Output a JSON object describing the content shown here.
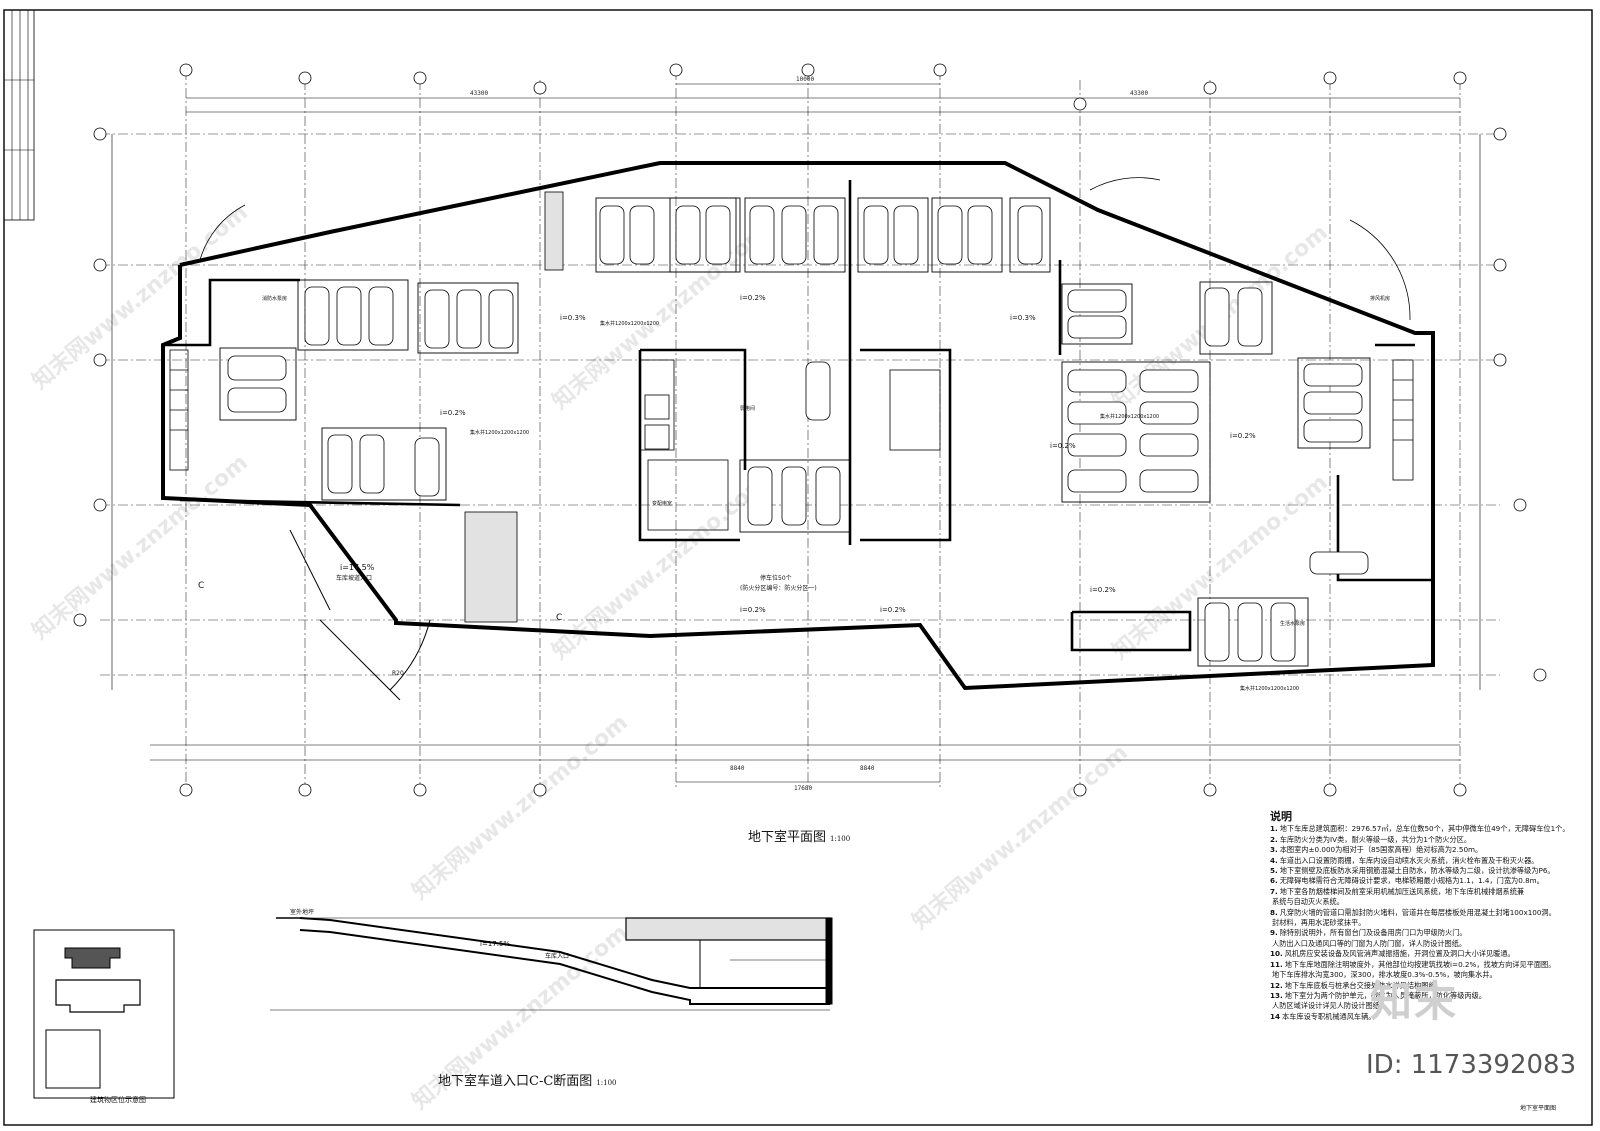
{
  "drawing": {
    "plan_title": "地下室平面图",
    "plan_scale": "1:100",
    "section_title": "地下室车道入口C-C断面图",
    "section_scale": "1:100",
    "keyplan_caption": "建筑物区位示意图",
    "sheet_name": "地下室平面图",
    "brand_watermark": "知末",
    "file_id": "ID: 1173392083",
    "watermark_text": "知末网www.znzmo.com"
  },
  "notes": {
    "heading": "说明",
    "items": [
      {
        "n": "1.",
        "t": "地下车库总建筑面积：2976.57㎡，总车位数50个，其中停微车位49个，无障碍车位1个。"
      },
      {
        "n": "2.",
        "t": "车库防火分类为IV类，耐火等级一级，共分为1个防火分区。"
      },
      {
        "n": "3.",
        "t": "本图室内±0.000为相对于（85国家高程）绝对标高为2.50m。"
      },
      {
        "n": "4.",
        "t": "车道出入口设置防雨棚，车库内设自动喷水灭火系统，消火栓布置及干粉灭火器。"
      },
      {
        "n": "5.",
        "t": "地下室侧壁及底板防水采用钢筋混凝土自防水，防水等级为二级，设计抗渗等级为P6。"
      },
      {
        "n": "6.",
        "t": "无障碍电梯需符合无障碍设计要求，电梯轿厢最小规格为1.1，1.4，门宽为0.8m。"
      },
      {
        "n": "7.",
        "t": "地下室各防烟楼梯间及前室采用机械加压送风系统，地下车库机械排烟系统兼"
      },
      {
        "n": "",
        "t": "系统与自动灭火系统。"
      },
      {
        "n": "8.",
        "t": "凡穿防火墙的管道口需加封防火堵料，管道井在每层楼板处用混凝土封堵100x100洞。"
      },
      {
        "n": "",
        "t": "封材料，再用水泥砂浆抹平。"
      },
      {
        "n": "9.",
        "t": "除特别说明外，所有窗台门及设备用房门口为甲级防火门。"
      },
      {
        "n": "",
        "t": "人防出入口及通风口等的门窗为人防门窗，详人防设计图纸。"
      },
      {
        "n": "10.",
        "t": "风机房应安装设备及风管消声减振措施，开洞位置及洞口大小详见暖通。"
      },
      {
        "n": "11.",
        "t": "地下车库地面除注明坡度外，其他部位均按建筑找坡i=0.2%，找坡方向详见平面图。"
      },
      {
        "n": "",
        "t": "地下车库排水沟宽300，深300，排水坡度0.3%-0.5%，坡向集水井。"
      },
      {
        "n": "12.",
        "t": "地下车库底板与桩承台交接处防水详见结构图纸。"
      },
      {
        "n": "13.",
        "t": "地下室分为两个防护单元，战时为人员掩蔽所，防化等级丙级。"
      },
      {
        "n": "",
        "t": "人防区域详设计详见人防设计图纸。"
      },
      {
        "n": "14",
        "t": "本车库设专职机械通风车辆。"
      }
    ]
  },
  "plan_labels": {
    "slope_main": "i=17.5%",
    "ramp_entry": "车库坡道入口",
    "slope_i02": "i=0.2%",
    "slope_i03": "i=0.3%",
    "section_mark": "C",
    "section_slope": "i=17.5%",
    "section_ramp": "车库入口",
    "section_top_label": "室外地坪",
    "dim_17680": "17680",
    "dim_8840": "8840",
    "dim_43300": "43300",
    "dim_10000": "10000",
    "room_fire_pump": "消防水泵房",
    "room_power": "变配电室",
    "room_water": "生活水泵房",
    "room_fan": "排风机房",
    "room_elec": "弱电间",
    "car_lot_note": "停车位50个",
    "fire_note": "(防火分区编号：防火分区一)",
    "sump_label": "集水井1200x1200x1200",
    "r20": "R20"
  },
  "colors": {
    "ink": "#000000",
    "watermark": "#c9c9c9",
    "paper": "#ffffff"
  }
}
